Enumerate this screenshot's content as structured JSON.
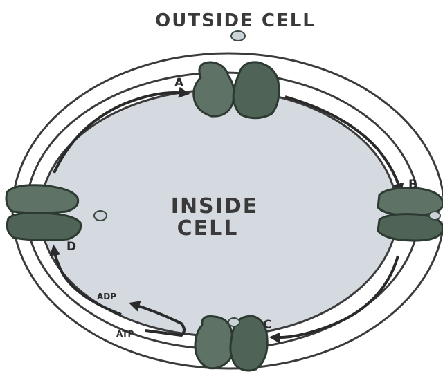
{
  "diagram": {
    "title_outside": "OUTSIDE CELL",
    "title_inside_line1": "INSIDE",
    "title_inside_line2": "CELL",
    "steps": {
      "a": "A",
      "b": "B",
      "c": "C",
      "d": "D"
    },
    "energy": {
      "adp": "ADP",
      "atp": "ATP"
    },
    "colors": {
      "protein": "#5f7266",
      "cytoplasm": "#d4dadf",
      "membrane": "#3b3b3b",
      "ion": "#cbd3d8"
    }
  }
}
